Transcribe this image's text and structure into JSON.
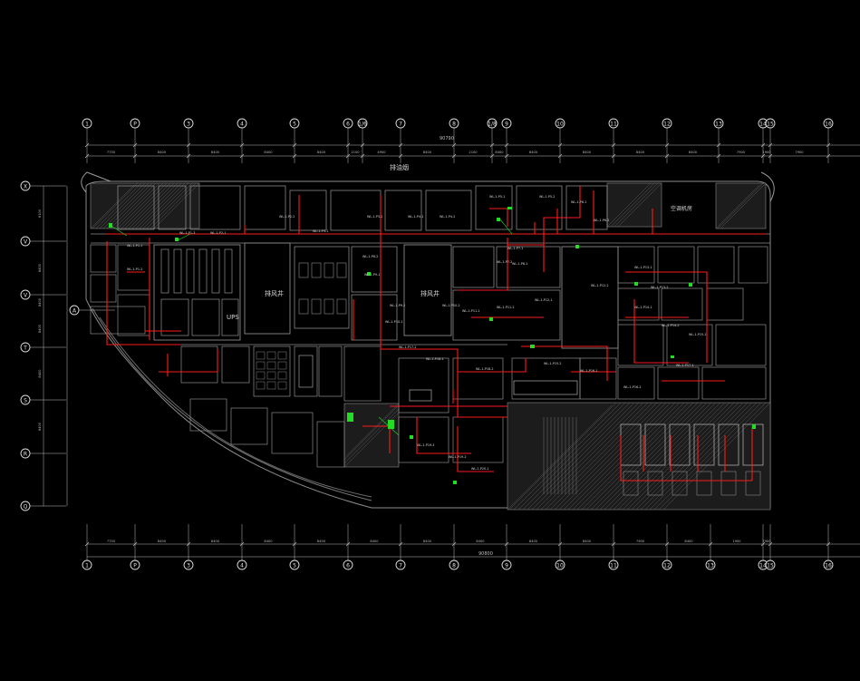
{
  "drawing": {
    "background": "#000000",
    "colors": {
      "linework": "#8a8a8a",
      "hatch": "#5a5a5a",
      "dim": "#bdbdbd",
      "grid_bubble": "#e0e0e0",
      "pipe": "#ff1a1a",
      "equipment": "#22dd22",
      "tag_text": "#d8d8d8"
    },
    "grid_columns": [
      "1",
      "P",
      "3",
      "4",
      "5",
      "6",
      "1/6",
      "7",
      "8",
      "1/8",
      "9",
      "10",
      "11",
      "12",
      "13",
      "14",
      "15",
      "16"
    ],
    "grid_columns_bottom": [
      "1",
      "P",
      "3",
      "4",
      "5",
      "6",
      "7",
      "8",
      "9",
      "10",
      "11",
      "12",
      "13",
      "14",
      "15",
      "16"
    ],
    "grid_rows": [
      "X",
      "V",
      "V",
      "A",
      "T",
      "S",
      "R",
      "Q"
    ],
    "top_spacings": [
      "7750",
      "8400",
      "8400",
      "8400",
      "8400",
      "2100",
      "4900",
      "8400",
      "2100",
      "8400",
      "8400",
      "8400",
      "8400",
      "8400",
      "7900",
      "1900",
      "7900"
    ],
    "bottom_spacings": [
      "7750",
      "8400",
      "8400",
      "8400",
      "8400",
      "8400",
      "8400",
      "8400",
      "8400",
      "8400",
      "7900",
      "8400",
      "1900",
      "7900"
    ],
    "overall_top": "90790",
    "overall_bottom": "90800",
    "left_spacings": [
      "6100",
      "8400",
      "8400",
      "8400",
      "8400",
      "8400"
    ],
    "room_labels": {
      "ups": "UPS",
      "exhaust_shaft_a": "排风井",
      "exhaust_shaft_b": "排风井",
      "room_east": "空调机房",
      "title_top": "排油烟"
    },
    "tags": [
      "WL-1-P1-1",
      "WL-1-P1-2",
      "WL-1-P1-3",
      "WL-1-P2-1",
      "WL-1-P2-2",
      "WL-1-P3-1",
      "WL-1-P3-2",
      "WL-1-P4-1",
      "WL-1-P4-2",
      "WL-1-P5-1",
      "WL-1-P5-2",
      "WL-1-P6-1",
      "WL-1-P6-2",
      "WL-1-P7-1",
      "WL-1-P7-2",
      "WL-1-P8-1",
      "WL-1-P8-2",
      "WL-1-P9-1",
      "WL-1-P9-2",
      "WL-1-P10-1",
      "WL-1-P10-2",
      "WL-1-P11-1",
      "WL-1-P11-2",
      "WL-1-P12-1",
      "WL-1-P12-2",
      "WL-1-P13-1",
      "WL-1-P13-2",
      "WL-1-P14-1",
      "WL-1-P14-2",
      "WL-1-P15-1",
      "WL-1-P15-2",
      "WL-1-P16-1",
      "WL-1-P16-2",
      "WL-1-P17-1",
      "WL-1-P17-2",
      "WL-1-P18-1",
      "WL-1-P18-2",
      "WL-1-P19-1",
      "WL-1-P19-2",
      "WL-1-P20-1"
    ]
  }
}
